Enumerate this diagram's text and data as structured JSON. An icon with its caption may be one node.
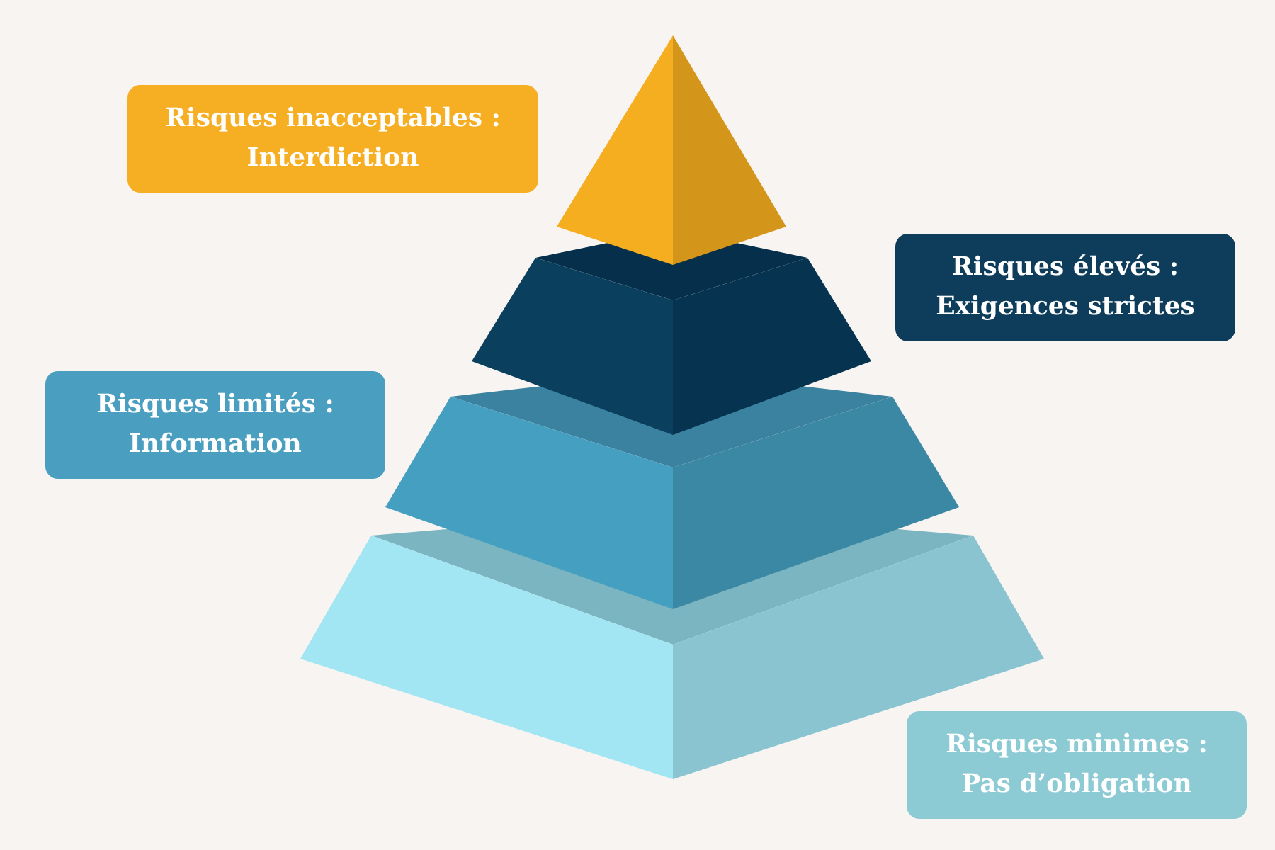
{
  "diagram": {
    "nodes": [
      {
        "text": [
          "Risques inacceptables : Interdiction"
        ]
      },
      {
        "text": [
          "Risques élevés : Exigences strictes"
        ]
      },
      {
        "text": [
          "Risques limités : Information"
        ]
      },
      {
        "text": [
          "Risques minimes : Pas d’obligation"
        ]
      }
    ]
  }
}
